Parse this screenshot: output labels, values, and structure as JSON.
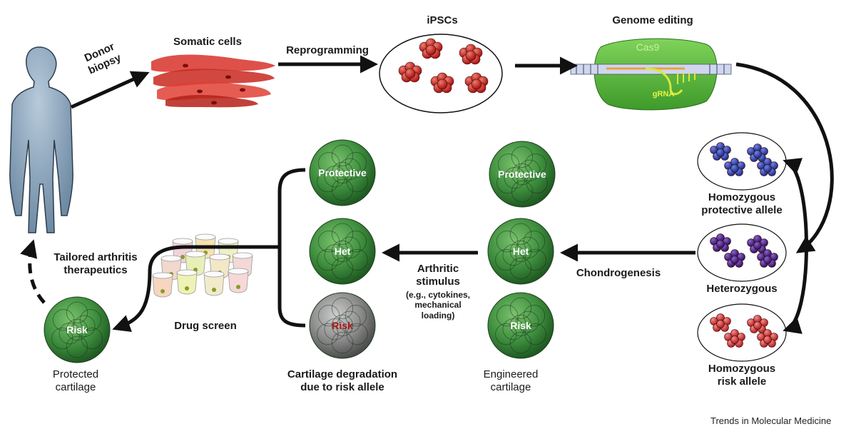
{
  "labels": {
    "donor_biopsy": "Donor\nbiopsy",
    "somatic_cells": "Somatic cells",
    "reprogramming": "Reprogramming",
    "ipscs": "iPSCs",
    "genome_editing": "Genome editing",
    "cas9": "Cas9",
    "grna": "gRNA",
    "homozygous_protective": "Homozygous\nprotective allele",
    "heterozygous": "Heterozygous",
    "homozygous_risk": "Homozygous\nrisk allele",
    "chondrogenesis": "Chondrogenesis",
    "engineered_cartilage": "Engineered\ncartilage",
    "arthritic_stimulus": "Arthritic\nstimulus",
    "stimulus_examples": "(e.g., cytokines,\nmechanical\nloading)",
    "cartilage_degradation": "Cartilage degradation\ndue to risk allele",
    "drug_screen": "Drug screen",
    "tailored_therapeutics": "Tailored arthritis\ntherapeutics",
    "protected_cartilage": "Protected\ncartilage",
    "credit": "Trends in Molecular Medicine"
  },
  "spheres": {
    "engineered": [
      "Protective",
      "Het",
      "Risk"
    ],
    "degraded": [
      "Protective",
      "Het",
      "Risk"
    ],
    "protected": "Risk"
  },
  "colors": {
    "cartilage_green": "#3f8f3f",
    "degraded_gray": "#8a8a8a",
    "ipsc_red": "#c8201e",
    "protective_blue": "#2a3fb0",
    "het_purple": "#4a1f8a",
    "somatic_red": "#d8332a",
    "body_blue": "#8fa8bf",
    "risk_text_red": "#a51a1a"
  }
}
